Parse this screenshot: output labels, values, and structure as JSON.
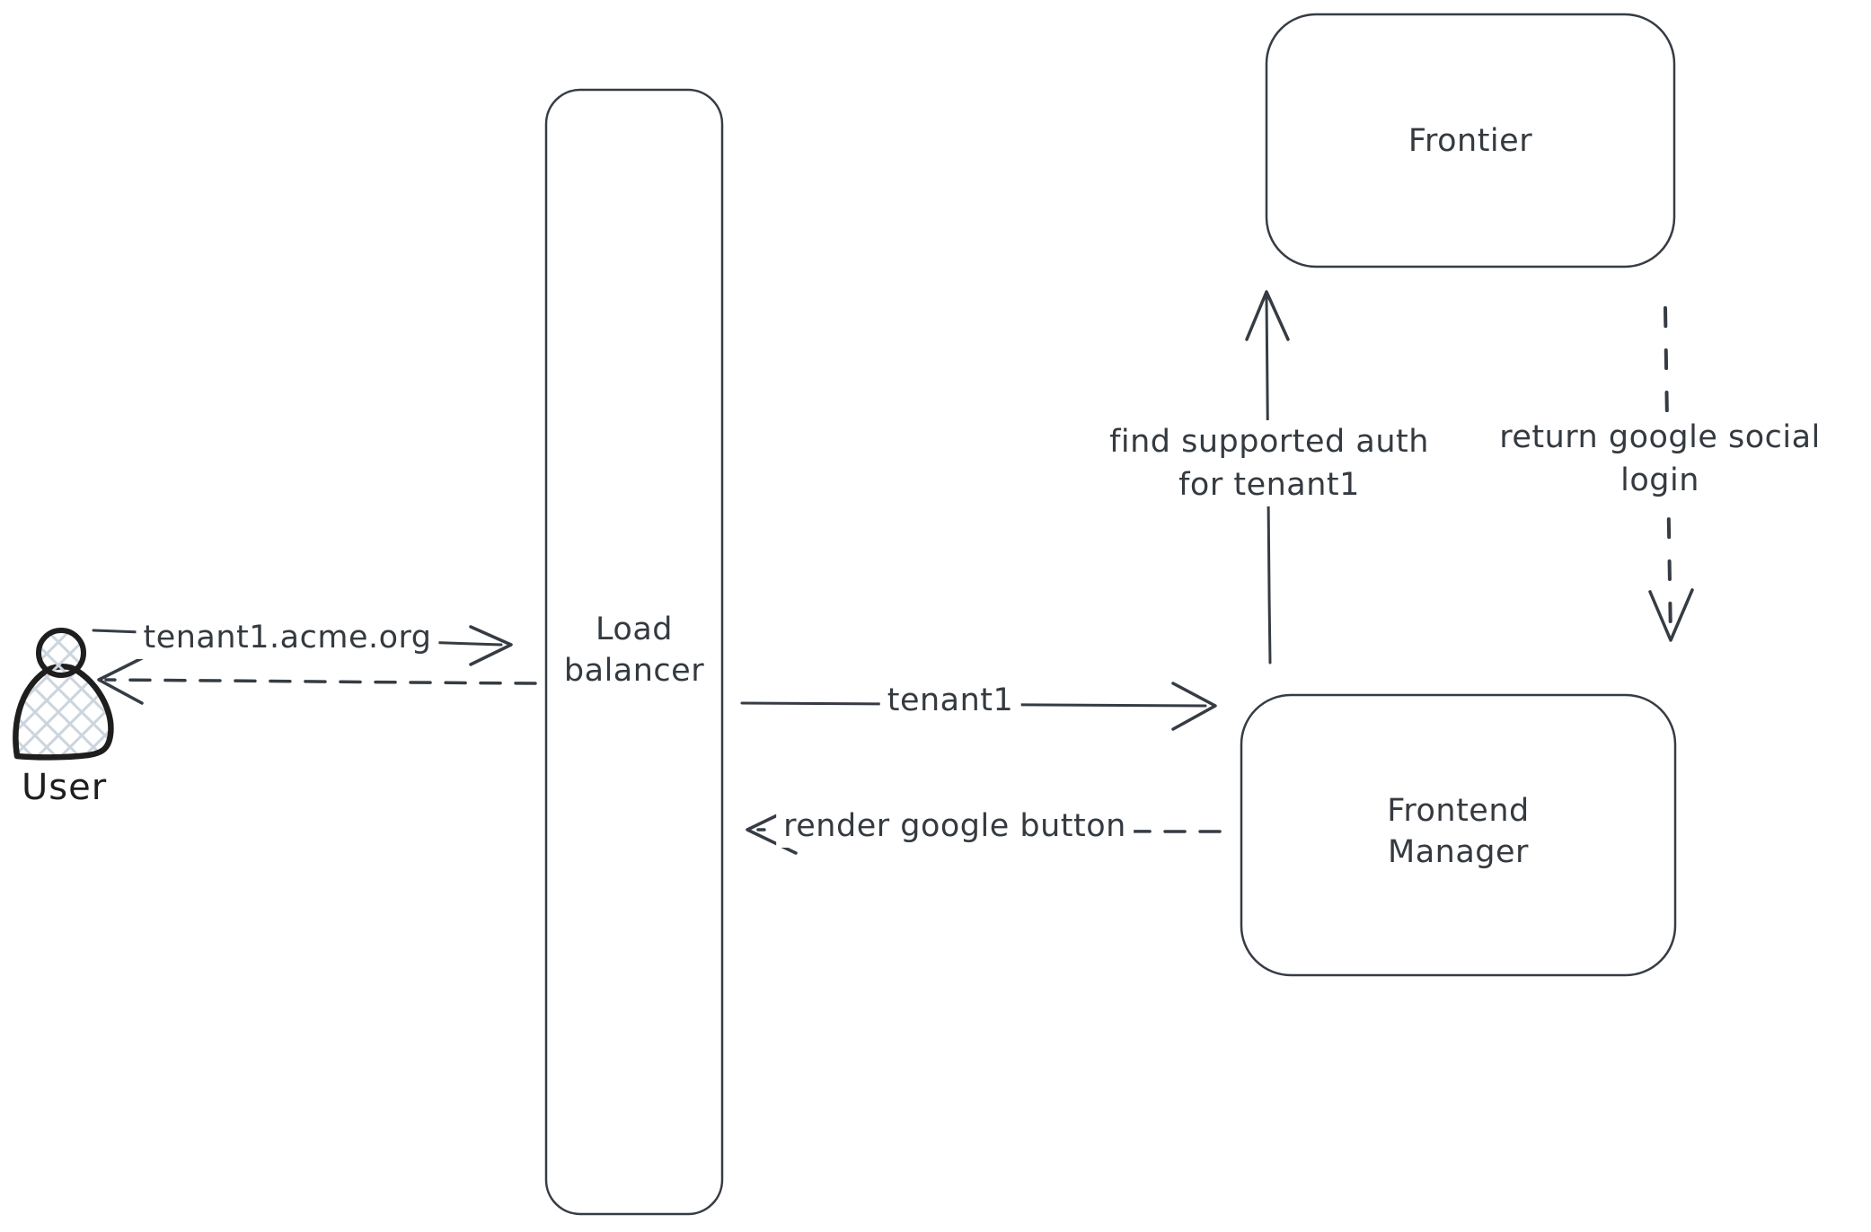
{
  "nodes": {
    "user": {
      "label": "User"
    },
    "load_balancer": {
      "line1": "Load",
      "line2": "balancer"
    },
    "frontier": {
      "label": "Frontier"
    },
    "frontend_manager": {
      "line1": "Frontend",
      "line2": "Manager"
    }
  },
  "messages": {
    "request_domain": {
      "label": "tenant1.acme.org",
      "style": "solid-arrow-right"
    },
    "response_to_user": {
      "style": "dashed-arrow-left"
    },
    "forward_tenant": {
      "label": "tenant1",
      "style": "solid-arrow-right"
    },
    "render_button": {
      "label": "render google button",
      "style": "dashed-arrow-left"
    },
    "find_auth": {
      "line1": "find supported auth",
      "line2": "for tenant1",
      "style": "solid-arrow-up"
    },
    "return_login": {
      "line1": "return google social",
      "line2": "login",
      "style": "dashed-arrow-down"
    }
  },
  "colors": {
    "stroke": "#363c44",
    "user_outline": "#1e1e1e",
    "user_hatch_fill": "#ccd5dd",
    "background": "#ffffff"
  }
}
